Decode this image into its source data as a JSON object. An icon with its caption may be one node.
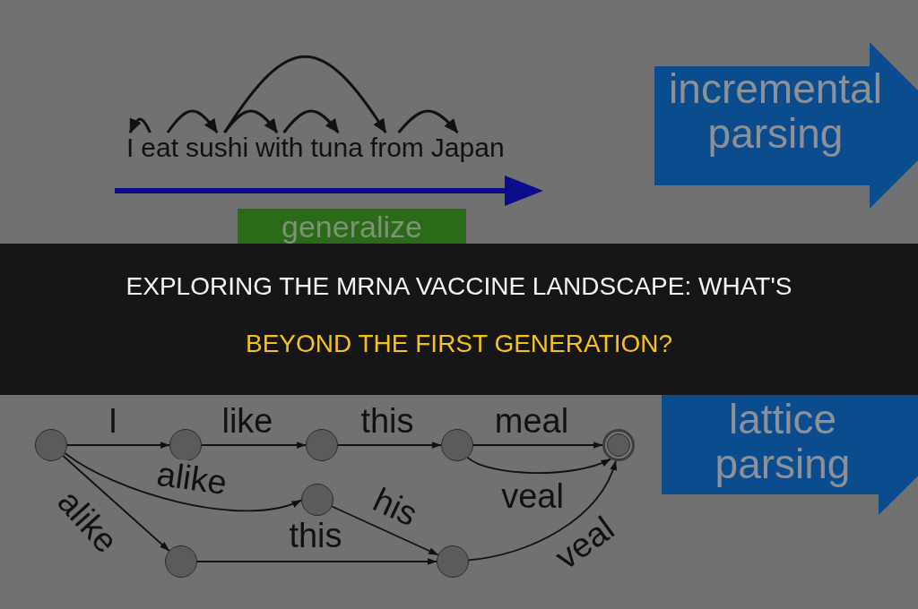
{
  "diagram": {
    "title": "EXPLORING THE MRNA VACCINE LANDSCAPE: WHAT'S BEYOND THE FIRST GENERATION?",
    "nodes": [
      {
        "text": [
          "I"
        ]
      },
      {
        "text": [
          "eat"
        ]
      },
      {
        "text": [
          "sushi"
        ]
      },
      {
        "text": [
          "with"
        ]
      },
      {
        "text": [
          "tuna"
        ]
      },
      {
        "text": [
          "from"
        ]
      },
      {
        "text": [
          "Japan"
        ]
      },
      {
        "text": [
          "incremental parsing"
        ]
      },
      {
        "text": [
          "generalize"
        ]
      },
      {
        "text": [
          "lattice parsing"
        ]
      },
      {
        "text": [],
        "shape": "circle"
      },
      {
        "text": [],
        "shape": "circle"
      },
      {
        "text": [],
        "shape": "circle"
      },
      {
        "text": [],
        "shape": "circle"
      },
      {
        "text": [],
        "shape": "circle"
      },
      {
        "text": [],
        "shape": "circle"
      },
      {
        "text": [],
        "shape": "circle"
      },
      {
        "text": [],
        "shape": "circle"
      }
    ],
    "edges": [
      {
        "from": 1,
        "to": 0,
        "arrow": "to"
      },
      {
        "from": 1,
        "to": 2,
        "arrow": "to"
      },
      {
        "from": 2,
        "to": 3,
        "arrow": "to"
      },
      {
        "from": 2,
        "to": 5,
        "arrow": "to"
      },
      {
        "from": 3,
        "to": 4,
        "arrow": "to"
      },
      {
        "from": 5,
        "to": 6,
        "arrow": "to"
      },
      {
        "from": 10,
        "to": 11,
        "arrow": "to",
        "label": "I"
      },
      {
        "from": 11,
        "to": 12,
        "arrow": "to",
        "label": "like"
      },
      {
        "from": 12,
        "to": 13,
        "arrow": "to",
        "label": "this"
      },
      {
        "from": 13,
        "to": 14,
        "arrow": "to",
        "label": "meal"
      },
      {
        "from": 10,
        "to": 15,
        "arrow": "to",
        "label": "alike"
      },
      {
        "from": 10,
        "to": 16,
        "arrow": "to",
        "label": "alike"
      },
      {
        "from": 13,
        "to": 14,
        "arrow": "to",
        "label": "veal"
      },
      {
        "from": 15,
        "to": 17,
        "arrow": "to",
        "label": "his"
      },
      {
        "from": 16,
        "to": 17,
        "arrow": "to",
        "label": "this"
      },
      {
        "from": 17,
        "to": 14,
        "arrow": "to",
        "label": "veal"
      }
    ]
  }
}
